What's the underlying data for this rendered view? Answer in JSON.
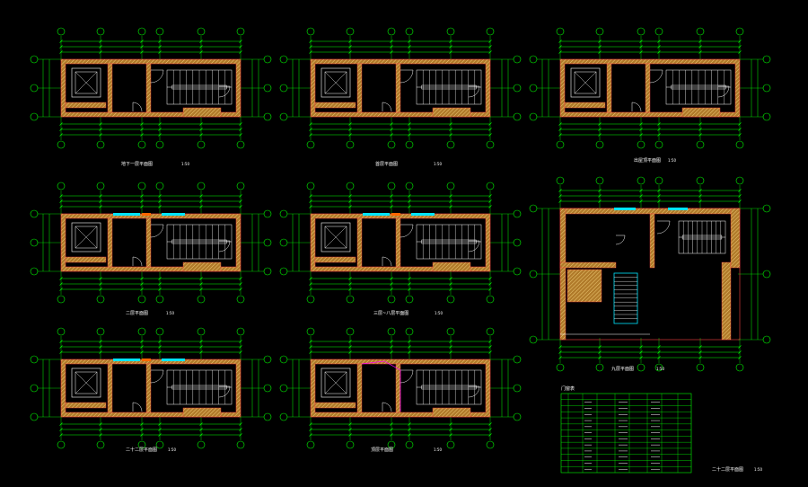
{
  "drawing": {
    "background": "#000000",
    "colors": {
      "dimension": "#00ff00",
      "wall_outline": "#ff4444",
      "wall_fill": "#c8963c",
      "wall_hatch": "#ffe08a",
      "glass": "#00e5ff",
      "stair": "#ffffff",
      "grid_axis": "#00ff00",
      "text": "#ffffff",
      "accent_line": "#ff00ff",
      "door_arc": "#ffffff"
    }
  },
  "plans": [
    {
      "id": "plan-1",
      "title": "地下一层平面图",
      "scale": "1:50"
    },
    {
      "id": "plan-2",
      "title": "首层平面图",
      "scale": "1:50"
    },
    {
      "id": "plan-3",
      "title": "出屋顶平面图",
      "scale": "1:50"
    },
    {
      "id": "plan-4",
      "title": "二层平面图",
      "scale": "1:50"
    },
    {
      "id": "plan-5",
      "title": "三层~八层平面图",
      "scale": "1:50"
    },
    {
      "id": "plan-6",
      "title": "九层平面图",
      "scale": "1:50"
    },
    {
      "id": "plan-7",
      "title": "二十二层平面图",
      "scale": "1:50"
    },
    {
      "id": "plan-8",
      "title": "顶层平面图",
      "scale": "1:50"
    }
  ],
  "legend_table": {
    "title": "门窗表",
    "note_title": "二十二层平面图",
    "scale": "1:50"
  }
}
